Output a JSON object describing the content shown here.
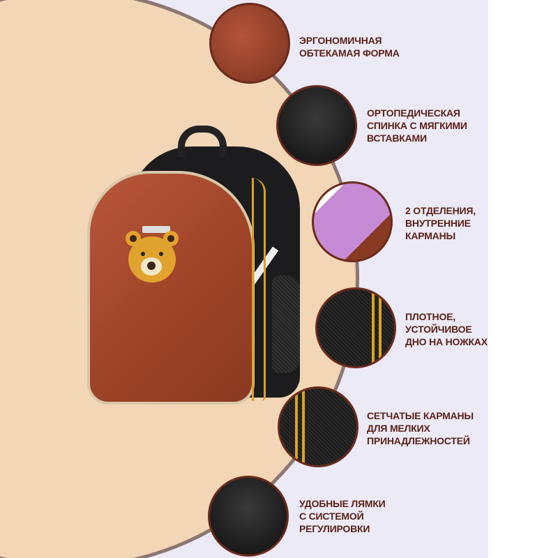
{
  "features": [
    {
      "lines": [
        "Эргономичная",
        "обтекамая форма"
      ]
    },
    {
      "lines": [
        "Ортопедическая",
        "спинка с мягкими",
        "вставками"
      ]
    },
    {
      "lines": [
        "2 отделения,",
        "внутренние",
        "карманы"
      ]
    },
    {
      "lines": [
        "Плотное,",
        "устойчивое",
        "дно на ножках"
      ]
    },
    {
      "lines": [
        "Сетчатые карманы",
        "для мелких",
        "принадлежностей"
      ]
    },
    {
      "lines": [
        "Удобные лямки",
        "с системой",
        "регулировки"
      ]
    }
  ],
  "colors": {
    "peach": "#f3d6b6",
    "lavender": "#eceaf7",
    "text": "#5a2216",
    "shell": "#9c4226",
    "zipper": "#d9a223"
  }
}
